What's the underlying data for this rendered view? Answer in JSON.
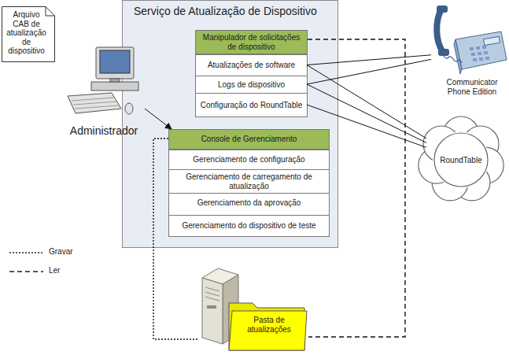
{
  "diagram": {
    "nodes": [
      {
        "text": [
          "Serviço de Atualização de Dispositivo"
        ]
      },
      {
        "text": [
          "Manipulador de solicitações de dispositivo"
        ],
        "in": 0
      },
      {
        "text": [
          "Atualizações de software"
        ],
        "in": 1
      },
      {
        "text": [
          "Logs de dispositivo"
        ],
        "in": 1
      },
      {
        "text": [
          "Configuração do RoundTable"
        ],
        "in": 1
      },
      {
        "text": [
          "Console de Gerenciamento"
        ],
        "in": 0
      },
      {
        "text": [
          "Gerenciamento de configuração"
        ],
        "in": 5
      },
      {
        "text": [
          "Gerenciamento de carregamento de atualização"
        ],
        "in": 5
      },
      {
        "text": [
          "Gerenciamento da aprovação"
        ],
        "in": 5
      },
      {
        "text": [
          "Gerenciamento do dispositivo de teste"
        ],
        "in": 5
      },
      {
        "text": [
          "Arquivo CAB de atualização de dispositivo"
        ]
      },
      {
        "text": [
          "Administrador"
        ]
      },
      {
        "text": [
          "Communicator Phone Edition"
        ]
      },
      {
        "text": [
          "RoundTable"
        ]
      },
      {
        "text": [
          "Pasta de atualizações"
        ]
      }
    ],
    "edges": [
      {
        "from": 11,
        "to": 5,
        "arrow": "to"
      },
      {
        "from": 2,
        "to": 12,
        "arrow": "none"
      },
      {
        "from": 2,
        "to": 13,
        "arrow": "none"
      },
      {
        "from": 3,
        "to": 12,
        "arrow": "none"
      },
      {
        "from": 3,
        "to": 13,
        "arrow": "none"
      },
      {
        "from": 4,
        "to": 13,
        "arrow": "none"
      },
      {
        "from": 1,
        "to": 14,
        "arrow": "none"
      },
      {
        "from": 5,
        "to": 14,
        "arrow": "none"
      }
    ],
    "legend": [
      {
        "text": "Gravar"
      },
      {
        "text": "Ler"
      }
    ]
  }
}
